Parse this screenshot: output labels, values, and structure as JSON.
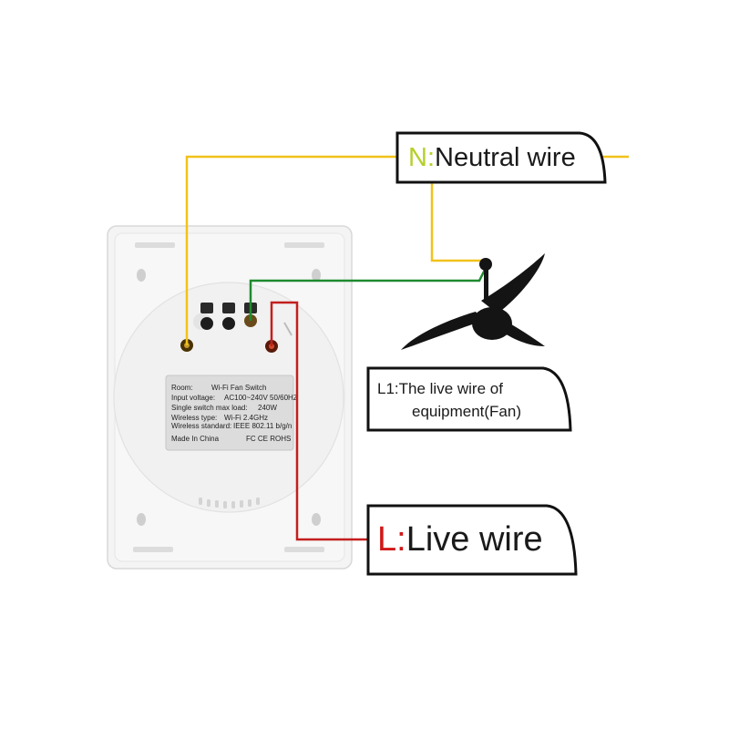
{
  "labels": {
    "neutral": {
      "prefix": "N:",
      "text": "Neutral wire"
    },
    "equipment": {
      "line1": "L1:The live wire of",
      "line2": "equipment(Fan)"
    },
    "live": {
      "prefix": "L:",
      "text": "Live wire"
    }
  },
  "plate": {
    "room": "Room:",
    "model": "Wi-Fi Fan Switch",
    "input_voltage_label": "Input voltage:",
    "input_voltage": "AC100~240V  50/60HZ",
    "max_load_label": "Single switch max load:",
    "max_load": "240W",
    "wireless_type_label": "Wireless type:",
    "wireless_type": "Wi-Fi 2.4GHz",
    "wireless_standard_label": "Wireless standard:",
    "wireless_standard": "IEEE 802.11 b/g/n",
    "origin": "Made In China",
    "certs": "FC CE ROHS"
  },
  "colors": {
    "neutral_wire": "#f2c21a",
    "equipment_wire": "#1f8a2e",
    "live_wire": "#c41e1e",
    "neutral_prefix": "#b7cf2a",
    "live_prefix": "#d01818",
    "label_text": "#1a1a1a",
    "switch_body": "#f2f2f2",
    "fan": "#141414"
  }
}
